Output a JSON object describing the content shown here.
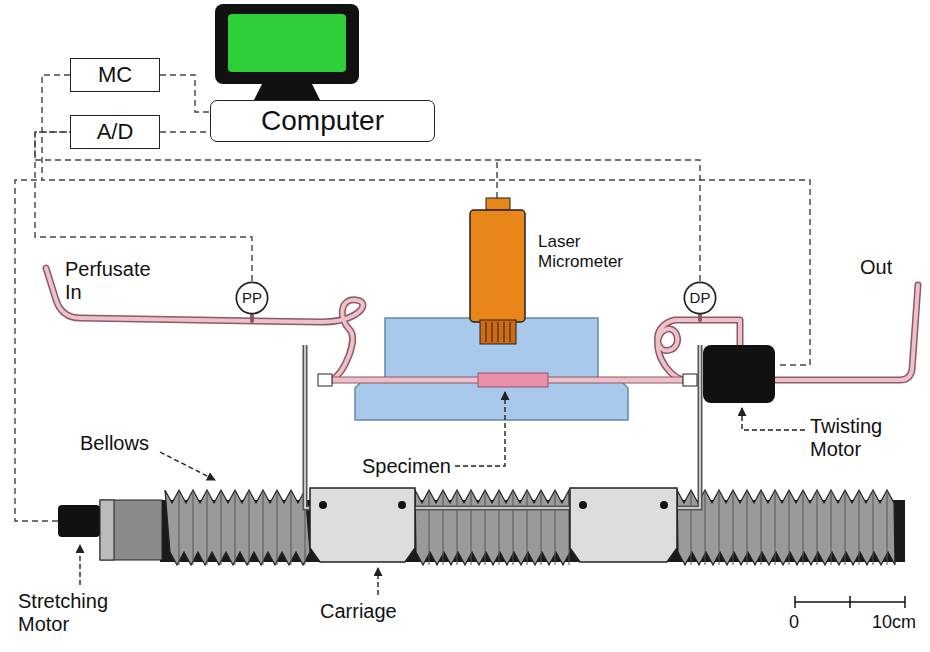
{
  "diagram": {
    "nodes": [
      {
        "text": [
          "MC"
        ]
      },
      {
        "text": [
          "A/D"
        ]
      },
      {
        "text": [
          "Computer"
        ]
      },
      {
        "text": [
          "PP"
        ]
      },
      {
        "text": [
          "DP"
        ]
      }
    ],
    "edges": [
      {
        "from": 0,
        "to": 2,
        "arrow": "none"
      },
      {
        "from": 1,
        "to": 2,
        "arrow": "none"
      },
      {
        "from": 3,
        "to": 1,
        "arrow": "none"
      },
      {
        "from": 4,
        "to": 1,
        "arrow": "none"
      }
    ],
    "labels": [
      "Laser Micrometer",
      "Perfusate In",
      "Out",
      "Twisting Motor",
      "Bellows",
      "Specimen",
      "Stretching Motor",
      "Carriage",
      "0",
      "10cm"
    ]
  }
}
